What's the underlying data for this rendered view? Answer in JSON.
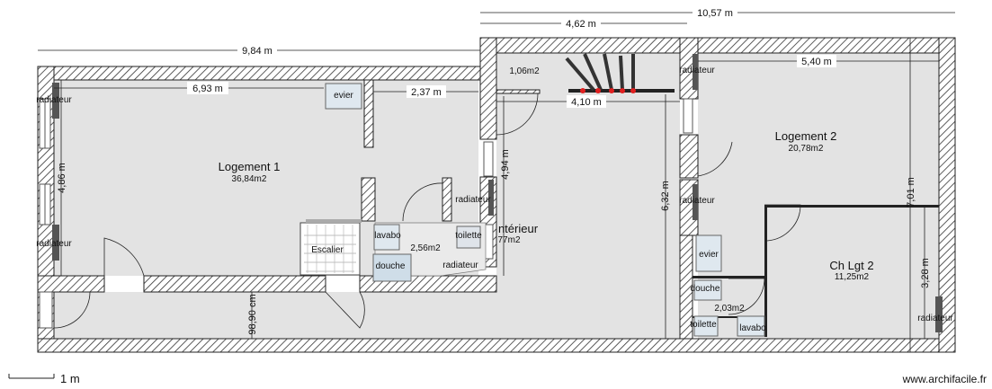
{
  "dimensions": {
    "total_width": "10,57 m",
    "left_width": "9,84 m",
    "upper_width": "4,62 m",
    "logement1_width": "6,93 m",
    "evier_offset": "2,37 m",
    "logement1_height": "4,86 m",
    "logement2_width": "5,40 m",
    "stair_width": "4,10 m",
    "interior_height": "4,94 m",
    "mid_height": "6,32 m",
    "right_height": "7,01 m",
    "chambre_height": "3,28 m",
    "corridor_height": "98,90 cm"
  },
  "rooms": {
    "logement1": {
      "name": "Logement 1",
      "area": "36,84m2"
    },
    "logement2": {
      "name": "Logement 2",
      "area": "20,78m2"
    },
    "small_room": {
      "area": "1,06m2"
    },
    "interieur": {
      "name": "ntérieur",
      "area": "77m2"
    },
    "bath": {
      "area": "2,56m2"
    },
    "chambre": {
      "name": "Ch Lgt 2",
      "area": "11,25m2"
    },
    "bath2": {
      "area": "2,03m2"
    }
  },
  "fixtures": {
    "radiateur": "radiateur",
    "evier": "evier",
    "escalier": "Escalier",
    "lavabo": "lavabo",
    "toilette": "toilette",
    "douche": "douche"
  },
  "scale_label": "1 m",
  "watermark": "www.archifacile.fr"
}
